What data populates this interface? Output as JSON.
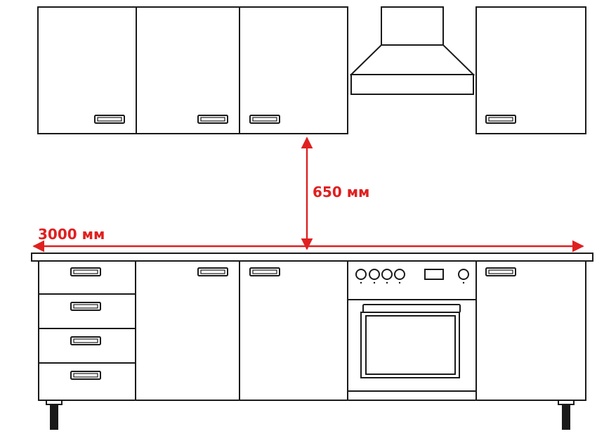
{
  "dimensions": {
    "gap": "650 мм",
    "width": "3000 мм"
  },
  "colors": {
    "outline": "#1a1a1a",
    "dimension": "#e02020",
    "fill": "#ffffff"
  },
  "elements": {
    "upper_cabinets": 4,
    "range_hood": 1,
    "lower_drawers": 4,
    "lower_doors": 3,
    "stove": 1,
    "legs": 2
  }
}
